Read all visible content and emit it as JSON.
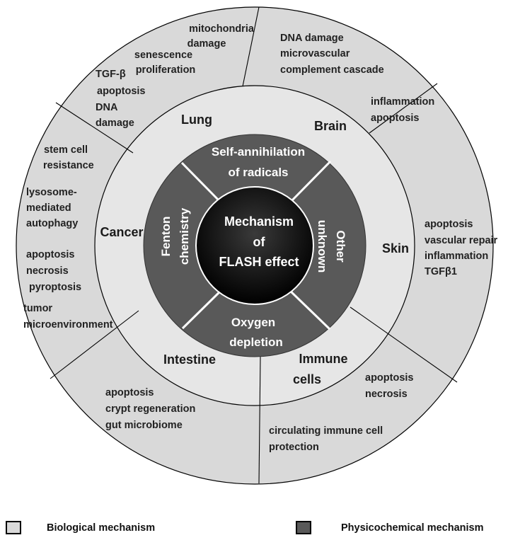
{
  "center": {
    "lines": [
      "Mechanism",
      "of",
      "FLASH effect"
    ]
  },
  "mechanisms": {
    "top": [
      "Self-annihilation",
      "of radicals"
    ],
    "left": [
      "Fenton",
      "chemistry"
    ],
    "right": [
      "Other",
      "unknown"
    ],
    "bottom": [
      "Oxygen",
      "depletion"
    ]
  },
  "organs": {
    "lung": "Lung",
    "brain": "Brain",
    "skin": "Skin",
    "cancer": "Cancer",
    "intestine": "Intestine",
    "immune": [
      "Immune",
      "cells"
    ]
  },
  "effects": {
    "lung": [
      [
        "mitochondria",
        "damage"
      ],
      [
        "senescence",
        "proliferation"
      ],
      [
        "TGF-β",
        "apoptosis",
        "DNA",
        "damage"
      ]
    ],
    "brain": [
      [
        "DNA damage",
        "microvascular",
        "complement cascade"
      ],
      [
        "inflammation",
        "apoptosis"
      ]
    ],
    "skin": [
      [
        "apoptosis",
        "vascular repair",
        "inflammation",
        "TGFβ1"
      ]
    ],
    "cancer": [
      [
        "stem cell",
        "resistance"
      ],
      [
        "lysosome-",
        "mediated",
        "autophagy"
      ],
      [
        "apoptosis",
        "necrosis",
        "pyroptosis"
      ],
      [
        "tumor",
        "microenvironment"
      ]
    ],
    "intestine": [
      [
        "apoptosis",
        "crypt regeneration",
        "gut microbiome"
      ]
    ],
    "immune": [
      [
        "apoptosis",
        "necrosis"
      ],
      [
        "circulating immune cell",
        "protection"
      ]
    ]
  },
  "legend": {
    "biological": {
      "label": "Biological mechanism",
      "color": "#d9d9d9"
    },
    "physicochemical": {
      "label": "Physicochemical mechanism",
      "color": "#595959"
    }
  },
  "colors": {
    "ring_fill": "#d9d9d9",
    "mechanism_fill": "#595959",
    "core_fill": "#000000"
  }
}
